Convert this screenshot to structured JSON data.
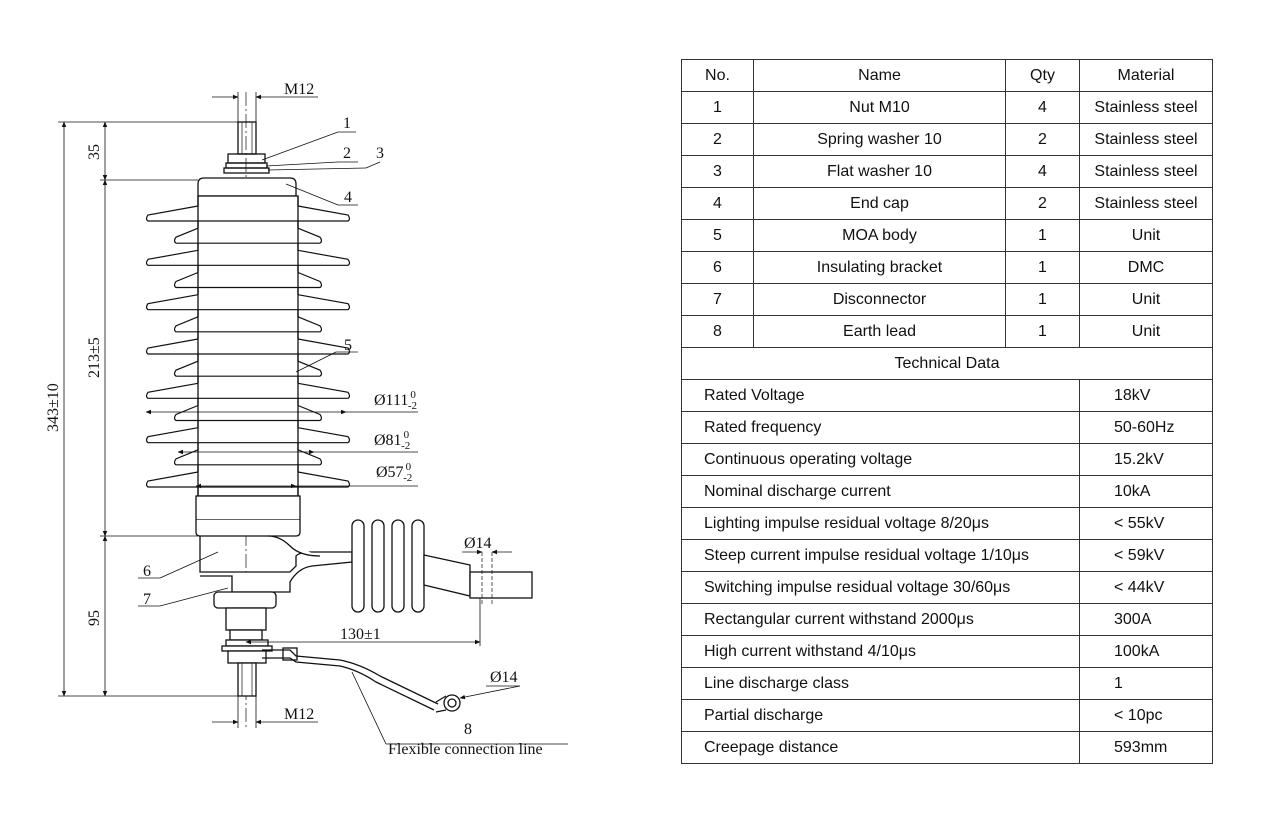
{
  "drawing": {
    "thread_top": "M12",
    "thread_bottom": "M12",
    "dim_top": "35",
    "dim_body": "213±5",
    "dim_overall": "343±10",
    "dim_bottom": "95",
    "dia_shed_large": {
      "base": "Ø111",
      "sup": "0",
      "sub": "-2"
    },
    "dia_shed_small": {
      "base": "Ø81",
      "sup": "0",
      "sub": "-2"
    },
    "dia_core": {
      "base": "Ø57",
      "sup": "0",
      "sub": "-2"
    },
    "dia_bracket_hole": "Ø14",
    "dim_bracket": "130±1",
    "dia_lug": "Ø14",
    "callouts": [
      "1",
      "2",
      "3",
      "4",
      "5",
      "6",
      "7",
      "8"
    ],
    "flexible_label": "Flexible connection line"
  },
  "table": {
    "headers": [
      "No.",
      "Name",
      "Qty",
      "Material"
    ],
    "parts": [
      {
        "no": "1",
        "name": "Nut M10",
        "qty": "4",
        "material": "Stainless steel"
      },
      {
        "no": "2",
        "name": "Spring washer 10",
        "qty": "2",
        "material": "Stainless steel"
      },
      {
        "no": "3",
        "name": "Flat washer 10",
        "qty": "4",
        "material": "Stainless steel"
      },
      {
        "no": "4",
        "name": "End cap",
        "qty": "2",
        "material": "Stainless steel"
      },
      {
        "no": "5",
        "name": "MOA body",
        "qty": "1",
        "material": "Unit"
      },
      {
        "no": "6",
        "name": "Insulating bracket",
        "qty": "1",
        "material": "DMC"
      },
      {
        "no": "7",
        "name": "Disconnector",
        "qty": "1",
        "material": "Unit"
      },
      {
        "no": "8",
        "name": "Earth lead",
        "qty": "1",
        "material": "Unit"
      }
    ],
    "tech_title": "Technical Data",
    "tech": [
      {
        "label": "Rated Voltage",
        "value": "18kV"
      },
      {
        "label": "Rated frequency",
        "value": "50-60Hz"
      },
      {
        "label": "Continuous operating voltage",
        "value": "15.2kV"
      },
      {
        "label": "Nominal discharge current",
        "value": "10kA"
      },
      {
        "label": "Lighting impulse residual voltage 8/20μs",
        "value": "< 55kV"
      },
      {
        "label": "Steep current impulse residual voltage 1/10μs",
        "value": "< 59kV"
      },
      {
        "label": "Switching impulse residual voltage 30/60μs",
        "value": "< 44kV"
      },
      {
        "label": "Rectangular current withstand 2000μs",
        "value": "300A"
      },
      {
        "label": "High current withstand 4/10μs",
        "value": "100kA"
      },
      {
        "label": "Line discharge class",
        "value": "1"
      },
      {
        "label": "Partial discharge",
        "value": "< 10pc"
      },
      {
        "label": "Creepage distance",
        "value": "593mm"
      }
    ]
  }
}
